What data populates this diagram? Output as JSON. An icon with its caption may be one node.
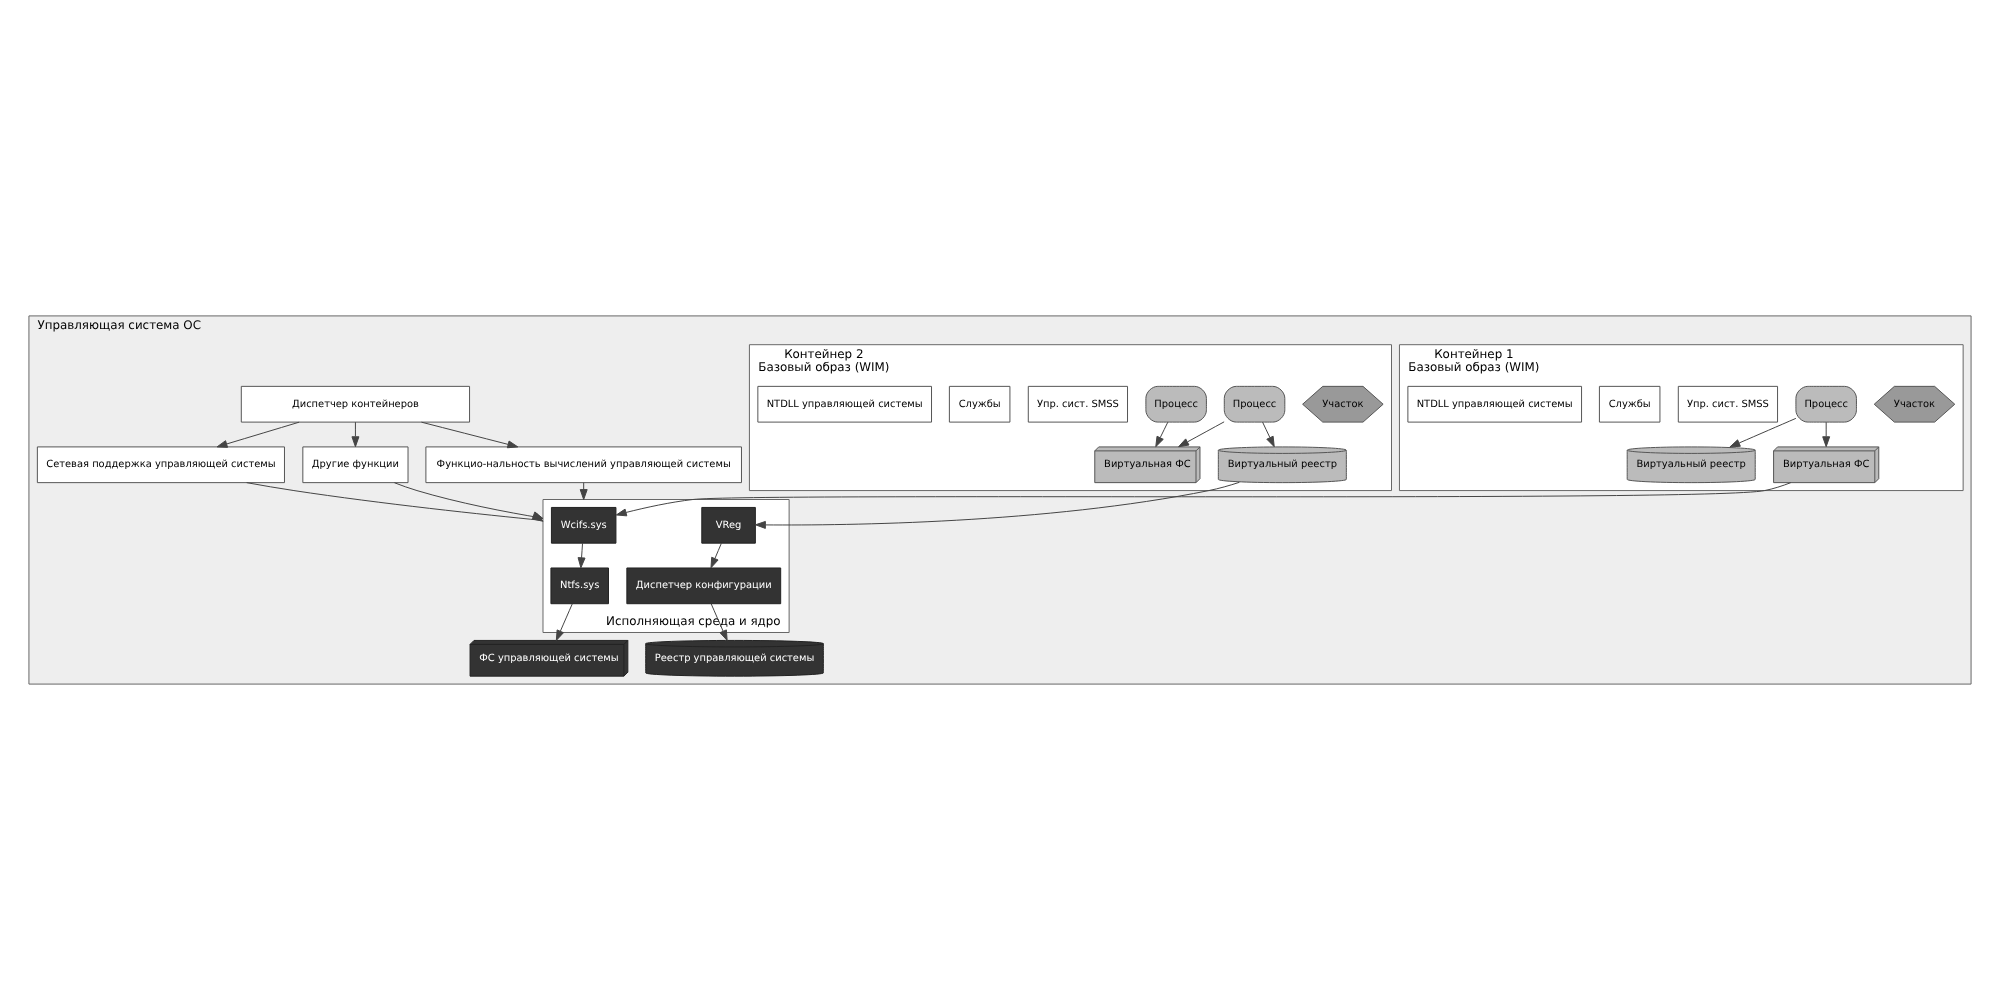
{
  "diagram": {
    "nodes": [
      {
        "text": [
          "Управляющая система ОС"
        ]
      },
      {
        "text": [
          "Диспетчер контейнеров"
        ],
        "in": 0
      },
      {
        "text": [
          "Функцио-нальность вычислений управляющей системы"
        ],
        "in": 0
      },
      {
        "text": [
          "Сетевая поддержка управляющей системы"
        ],
        "in": 0
      },
      {
        "text": [
          "Другие функции"
        ],
        "in": 0
      },
      {
        "text": [
          "Контейнер 1",
          "Базовый образ (WIM)"
        ],
        "in": 0
      },
      {
        "text": [
          "Участок"
        ],
        "in": 5
      },
      {
        "text": [
          "Виртуальный реестр"
        ],
        "in": 5
      },
      {
        "text": [
          "Виртуальная ФС"
        ],
        "in": 5
      },
      {
        "text": [
          "Процесс"
        ],
        "in": 5
      },
      {
        "text": [
          "Упр. сист. SMSS"
        ],
        "in": 5
      },
      {
        "text": [
          "Службы"
        ],
        "in": 5
      },
      {
        "text": [
          "NTDLL управляющей системы"
        ],
        "in": 5
      },
      {
        "text": [
          "Контейнер 2",
          "Базовый образ (WIM)"
        ],
        "in": 0
      },
      {
        "text": [
          "Участок"
        ],
        "in": 13
      },
      {
        "text": [
          "Виртуальный реестр"
        ],
        "in": 13
      },
      {
        "text": [
          "Виртуальная ФС"
        ],
        "in": 13
      },
      {
        "text": [
          "Процесс"
        ],
        "in": 13
      },
      {
        "text": [
          "Процесс"
        ],
        "in": 13
      },
      {
        "text": [
          "Упр. сист. SMSS"
        ],
        "in": 13
      },
      {
        "text": [
          "Службы"
        ],
        "in": 13
      },
      {
        "text": [
          "NTDLL управляющей системы"
        ],
        "in": 13
      },
      {
        "text": [
          "Исполняющая среда и ядро"
        ],
        "in": 0
      },
      {
        "text": [
          "ФС управляющей системы"
        ],
        "in": 0
      },
      {
        "text": [
          "Wcifs.sys"
        ],
        "in": 22
      },
      {
        "text": [
          "Ntfs.sys"
        ],
        "in": 22
      },
      {
        "text": [
          "VReg"
        ],
        "in": 22
      },
      {
        "text": [
          "Диспетчер конфигурации"
        ],
        "in": 22
      },
      {
        "text": [
          "Реестр управляющей системы"
        ],
        "in": 0
      }
    ],
    "edges": [
      {
        "from": 1,
        "to": 2,
        "arrow": "to"
      },
      {
        "from": 1,
        "to": 3,
        "arrow": "to"
      },
      {
        "from": 1,
        "to": 4,
        "arrow": "to"
      },
      {
        "from": 2,
        "to": 22,
        "arrow": "to"
      },
      {
        "from": 3,
        "to": 22,
        "arrow": "to"
      },
      {
        "from": 4,
        "to": 22,
        "arrow": "to"
      },
      {
        "from": 9,
        "to": 7,
        "arrow": "to"
      },
      {
        "from": 9,
        "to": 8,
        "arrow": "to"
      },
      {
        "from": 17,
        "to": 15,
        "arrow": "to"
      },
      {
        "from": 17,
        "to": 16,
        "arrow": "to"
      },
      {
        "from": 18,
        "to": 16,
        "arrow": "to"
      },
      {
        "from": 8,
        "to": 24,
        "arrow": "to"
      },
      {
        "from": 15,
        "to": 26,
        "arrow": "to"
      },
      {
        "from": 24,
        "to": 25,
        "arrow": "to"
      },
      {
        "from": 25,
        "to": 23,
        "arrow": "to"
      },
      {
        "from": 26,
        "to": 27,
        "arrow": "to"
      },
      {
        "from": 27,
        "to": 28,
        "arrow": "to"
      }
    ]
  }
}
